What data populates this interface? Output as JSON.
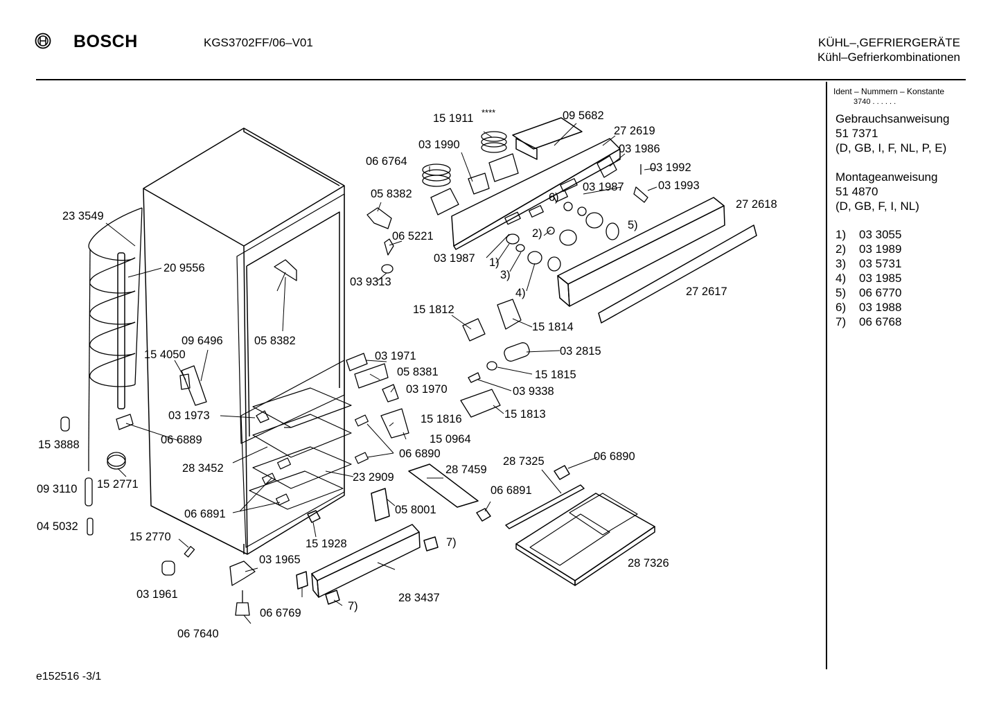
{
  "header": {
    "brand": "BOSCH",
    "model": "KGS3702FF/06–V01",
    "category_line1": "KÜHL–,GEFRIERGERÄTE",
    "category_line2": "Kühl–Gefrierkombinationen"
  },
  "sidebar": {
    "ident_label": "Ident – Nummern – Konstante",
    "ident_value": "3740  .   .    .  .  .  .",
    "gebrauch_title": "Gebrauchsanweisung",
    "gebrauch_number": "51 7371",
    "gebrauch_langs": "(D, GB, I, F, NL, P, E)",
    "montage_title": "Montageanweisung",
    "montage_number": "51 4870",
    "montage_langs": "(D, GB, F, I, NL)",
    "notes": [
      {
        "num": "1)",
        "part": "03 3055"
      },
      {
        "num": "2)",
        "part": "03 1989"
      },
      {
        "num": "3)",
        "part": "03 5731"
      },
      {
        "num": "4)",
        "part": "03 1985"
      },
      {
        "num": "5)",
        "part": "06 6770"
      },
      {
        "num": "6)",
        "part": "03 1988"
      },
      {
        "num": "7)",
        "part": "06 6768"
      }
    ]
  },
  "diagram_labels": {
    "l151911": "15 1911",
    "stars": "****",
    "l095682": "09 5682",
    "l272619": "27 2619",
    "l031990": "03 1990",
    "l031986": "03 1986",
    "l066764": "06 6764",
    "l031992": "03 1992",
    "l031987a": "03 1987",
    "l031993": "03 1993",
    "l058382a": "05 8382",
    "n6": "6)",
    "l272618": "27 2618",
    "l233549": "23 3549",
    "n5": "5)",
    "l065221": "06 5221",
    "n2": "2)",
    "l031987b": "03 1987",
    "n1": "1)",
    "l209556": "20 9556",
    "n3": "3)",
    "l039313": "03 9313",
    "n4": "4)",
    "l272617": "27 2617",
    "l151812": "15 1812",
    "l151814": "15 1814",
    "l058382b": "05 8382",
    "l096496": "09 6496",
    "l154050": "15 4050",
    "l032815": "03 2815",
    "l031971": "03 1971",
    "l058381": "05 8381",
    "l151815": "15 1815",
    "l031970": "03 1970",
    "l039338": "03 9338",
    "l031973": "03 1973",
    "l151813": "15 1813",
    "l151816": "15 1816",
    "l153888": "15 3888",
    "l066889": "06 6889",
    "l150964": "15 0964",
    "l066890a": "06 6890",
    "l066890b": "06 6890",
    "l283452": "28 3452",
    "l287325": "28 7325",
    "l287459": "28 7459",
    "l093110": "09 3110",
    "l152771": "15 2771",
    "l232909": "23 2909",
    "l066891a": "06 6891",
    "l066891b": "06 6891",
    "l058001": "05 8001",
    "l045032": "04 5032",
    "l152770": "15 2770",
    "l151928": "15 1928",
    "n7a": "7)",
    "l287326": "28 7326",
    "l031965": "03 1965",
    "l031961": "03 1961",
    "l283437": "28 3437",
    "l066769": "06 6769",
    "n7b": "7)",
    "l067640": "06 7640"
  },
  "footer": {
    "code": "e152516   -3/1"
  }
}
